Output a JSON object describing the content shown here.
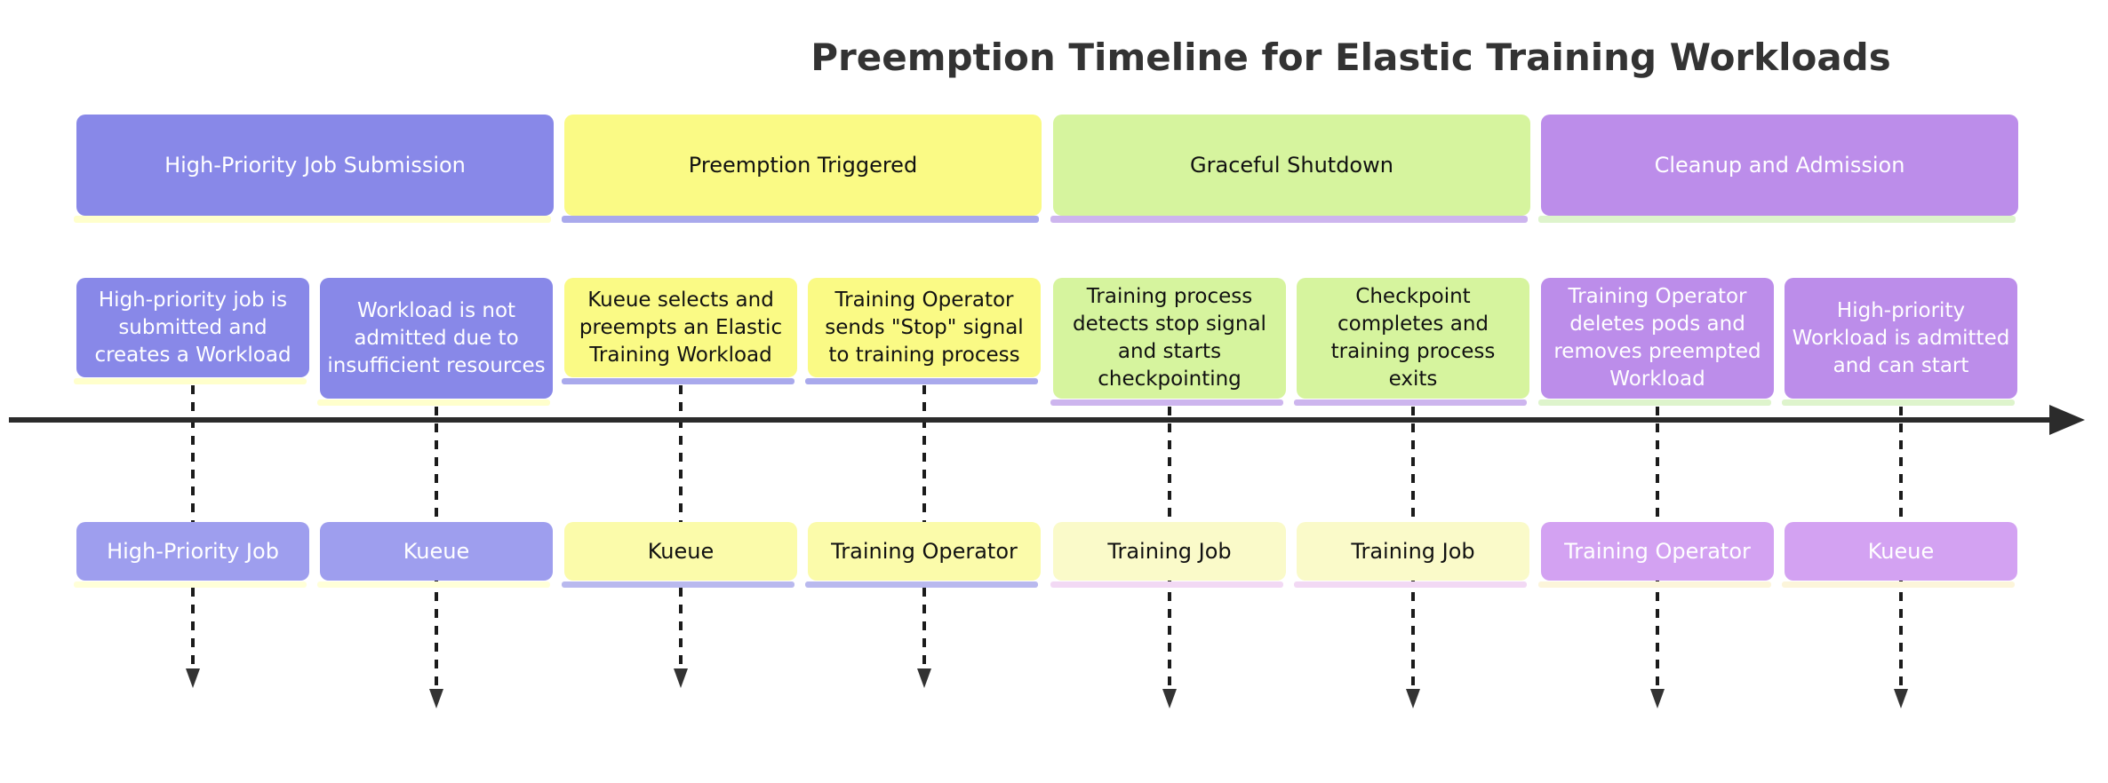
{
  "title": "Preemption Timeline for Elastic Training Workloads",
  "timeline": {
    "axis_color": "#2b2b2b",
    "dash_color": "#1b1b1b"
  },
  "sections": [
    {
      "label": "High-Priority Job Submission",
      "fill": "#8888e8",
      "text_color": "#ffffff",
      "shadow_color": "#ffffcc",
      "lower_fill": "#9e9eee",
      "lower_text_color": "#ffffff",
      "lower_shadow_color": "#ffffd8",
      "events": [
        {
          "description": "High-priority job is submitted and creates a Workload",
          "actor": "High-Priority Job",
          "lines": 3
        },
        {
          "description": "Workload is not admitted due to insufficient resources",
          "actor": "Kueue",
          "lines": 4
        }
      ]
    },
    {
      "label": "Preemption Triggered",
      "fill": "#fafa85",
      "text_color": "#111111",
      "shadow_color": "#a9a9ec",
      "lower_fill": "#fbfbaa",
      "lower_text_color": "#111111",
      "lower_shadow_color": "#b9b9ee",
      "events": [
        {
          "description": "Kueue selects and preempts an Elastic Training Workload",
          "actor": "Kueue",
          "lines": 3
        },
        {
          "description": "Training Operator sends \"Stop\" signal to training process",
          "actor": "Training Operator",
          "lines": 3
        }
      ]
    },
    {
      "label": "Graceful Shutdown",
      "fill": "#d6f49e",
      "text_color": "#111111",
      "shadow_color": "#cdb5ee",
      "lower_fill": "#fafac9",
      "lower_text_color": "#111111",
      "lower_shadow_color": "#f2d9f4",
      "events": [
        {
          "description": "Training process detects stop signal and starts checkpointing",
          "actor": "Training Job",
          "lines": 4
        },
        {
          "description": "Checkpoint completes and training process exits",
          "actor": "Training Job",
          "lines": 4
        }
      ]
    },
    {
      "label": "Cleanup and Admission",
      "fill": "#bc8dea",
      "text_color": "#ffffff",
      "shadow_color": "#def4cc",
      "lower_fill": "#d3a2f2",
      "lower_text_color": "#ffffff",
      "lower_shadow_color": "#fcf5da",
      "events": [
        {
          "description": "Training Operator deletes pods and removes preempted Workload",
          "actor": "Training Operator",
          "lines": 4
        },
        {
          "description": "High-priority Workload is admitted and can start",
          "actor": "Kueue",
          "lines": 4
        }
      ]
    }
  ]
}
